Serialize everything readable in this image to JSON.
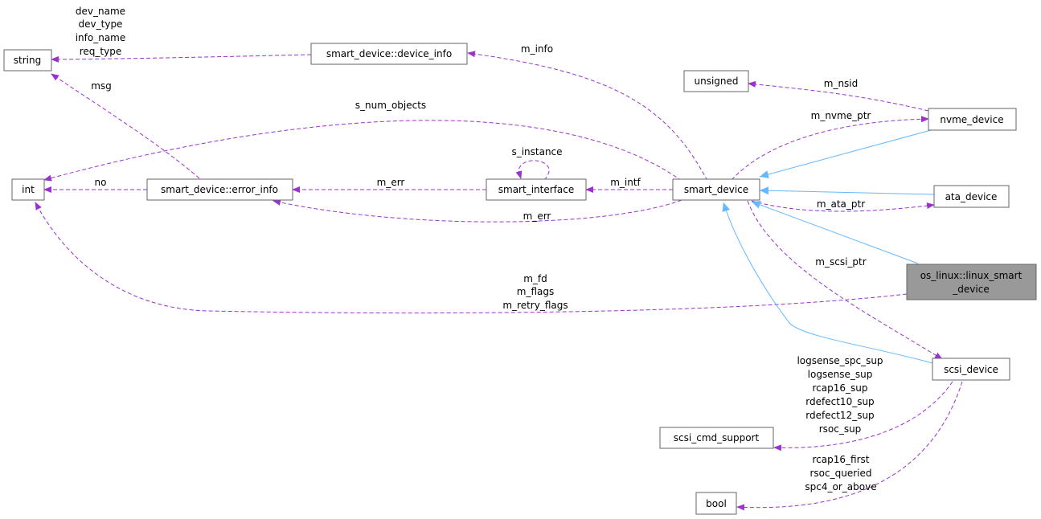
{
  "diagram": {
    "colors": {
      "usage_edge": "#9a32cd",
      "inheritance_edge": "#63b8ff",
      "node_border": "#666666",
      "focus_node_fill": "#999999",
      "node_fill": "#ffffff"
    },
    "nodes": {
      "string": "string",
      "device_info": "smart_device::device_info",
      "unsigned": "unsigned",
      "nvme_device": "nvme_device",
      "int": "int",
      "error_info": "smart_device::error_info",
      "smart_interface": "smart_interface",
      "smart_device": "smart_device",
      "ata_device": "ata_device",
      "linux_smart_device_line1": "os_linux::linux_smart",
      "linux_smart_device_line2": "_device",
      "scsi_device": "scsi_device",
      "scsi_cmd_support": "scsi_cmd_support",
      "bool": "bool"
    },
    "edge_labels": {
      "string_fields": [
        "dev_name",
        "dev_type",
        "info_name",
        "req_type"
      ],
      "msg": "msg",
      "m_info": "m_info",
      "m_nsid": "m_nsid",
      "s_num_objects": "s_num_objects",
      "m_nvme_ptr": "m_nvme_ptr",
      "s_instance": "s_instance",
      "no": "no",
      "m_err_top": "m_err",
      "m_intf": "m_intf",
      "m_ata_ptr": "m_ata_ptr",
      "m_err_bottom": "m_err",
      "m_scsi_ptr": "m_scsi_ptr",
      "linux_fields": [
        "m_fd",
        "m_flags",
        "m_retry_flags"
      ],
      "scsi_support_fields": [
        "logsense_spc_sup",
        "logsense_sup",
        "rcap16_sup",
        "rdefect10_sup",
        "rdefect12_sup",
        "rsoc_sup"
      ],
      "bool_fields": [
        "rcap16_first",
        "rsoc_queried",
        "spc4_or_above"
      ]
    }
  }
}
